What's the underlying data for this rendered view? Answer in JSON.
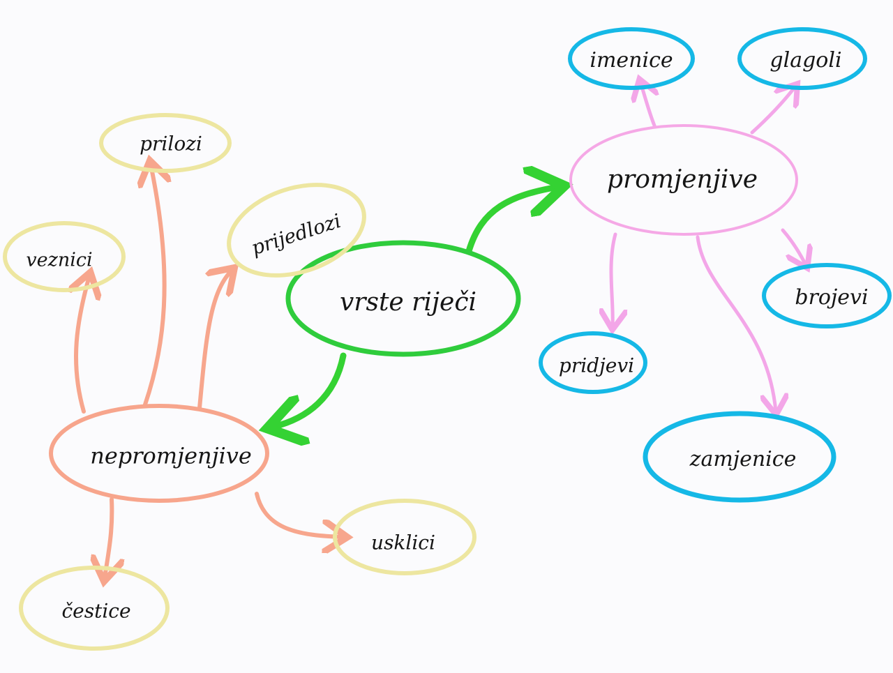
{
  "center": {
    "label": "vrste riječi"
  },
  "groups": {
    "promjenjive": {
      "label": "promjenjive",
      "children": [
        "imenice",
        "glagoli",
        "brojevi",
        "pridjevi",
        "zamjenice"
      ]
    },
    "nepromjenjive": {
      "label": "nepromjenjive",
      "children": [
        "prilozi",
        "prijedlozi",
        "veznici",
        "usklici",
        "čestice"
      ]
    }
  },
  "colors": {
    "center": "#2fcc3c",
    "promjenjive_group": "#f5a8e6",
    "promjenjive_leaf": "#15b8e6",
    "nepromjenjive_group": "#f7a58c",
    "nepromjenjive_leaf": "#ede6a0",
    "arrow_green": "#34d233",
    "arrow_pink": "#f3a6e8",
    "arrow_salmon": "#f7a68d"
  }
}
